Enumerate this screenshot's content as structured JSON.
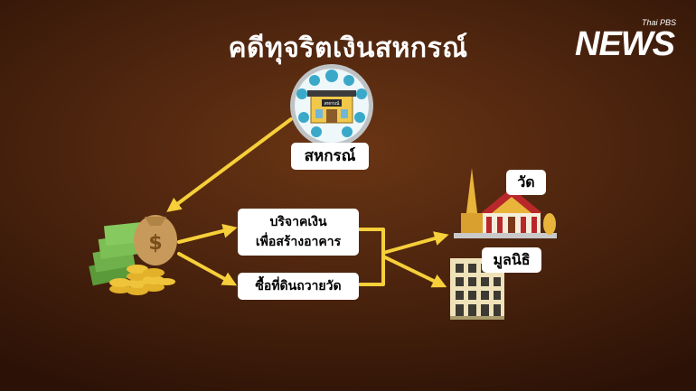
{
  "title": "คดีทุจริตเงินสหกรณ์",
  "logo": {
    "small": "Thai PBS",
    "main": "NEWS"
  },
  "nodes": {
    "cooperative": {
      "label": "สหกรณ์",
      "sign": "สหกรณ์"
    },
    "donate": {
      "line1": "บริจาคเงิน",
      "line2": "เพื่อสร้างอาคาร"
    },
    "land": {
      "label": "ซื้อที่ดินถวายวัด"
    },
    "temple": {
      "label": "วัด"
    },
    "foundation": {
      "label": "มูลนิธิ"
    }
  },
  "colors": {
    "arrow": "#f6cf3a",
    "label_bg": "#ffffff",
    "text": "#ffffff"
  },
  "icons": [
    "cooperative-icon",
    "money-bag-icon",
    "temple-icon",
    "building-icon"
  ]
}
